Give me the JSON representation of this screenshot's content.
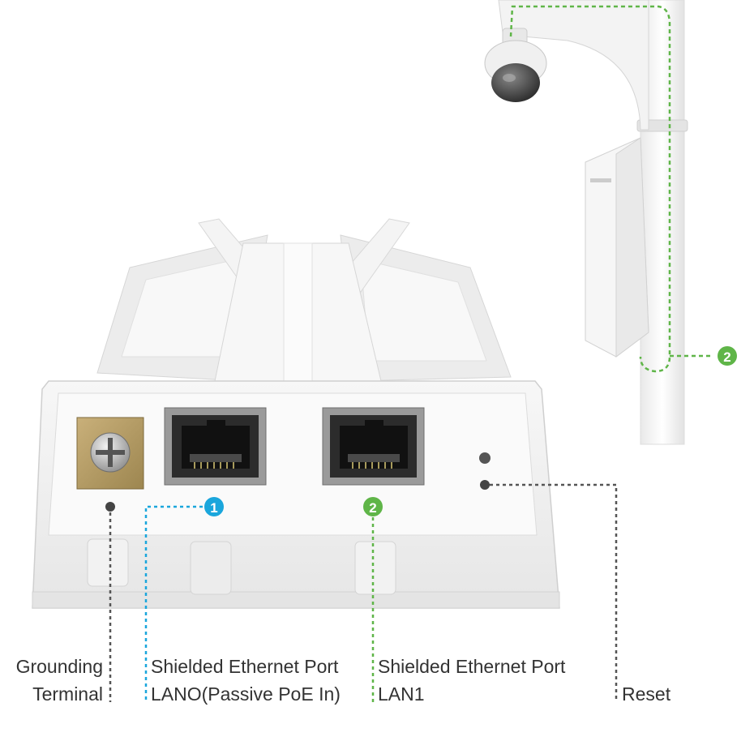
{
  "colors": {
    "accent_blue": "#1aa6dc",
    "accent_green": "#5fb548",
    "leader_dark": "#555555",
    "device_body": "#f1f1f1"
  },
  "markers": {
    "port1": "1",
    "port2": "2",
    "pole_port": "2"
  },
  "labels": {
    "grounding_line1": "Grounding",
    "grounding_line2": "Terminal",
    "lan0_line1": "Shielded Ethernet Port",
    "lan0_line2": "LANO(Passive PoE In)",
    "lan1_line1": "Shielded Ethernet Port",
    "lan1_line2": "LAN1",
    "reset": "Reset"
  },
  "icons": {
    "grounding_screw": "screw-icon",
    "ethernet_port": "ethernet-port-icon",
    "camera": "dome-camera-icon",
    "led": "led-icon"
  }
}
